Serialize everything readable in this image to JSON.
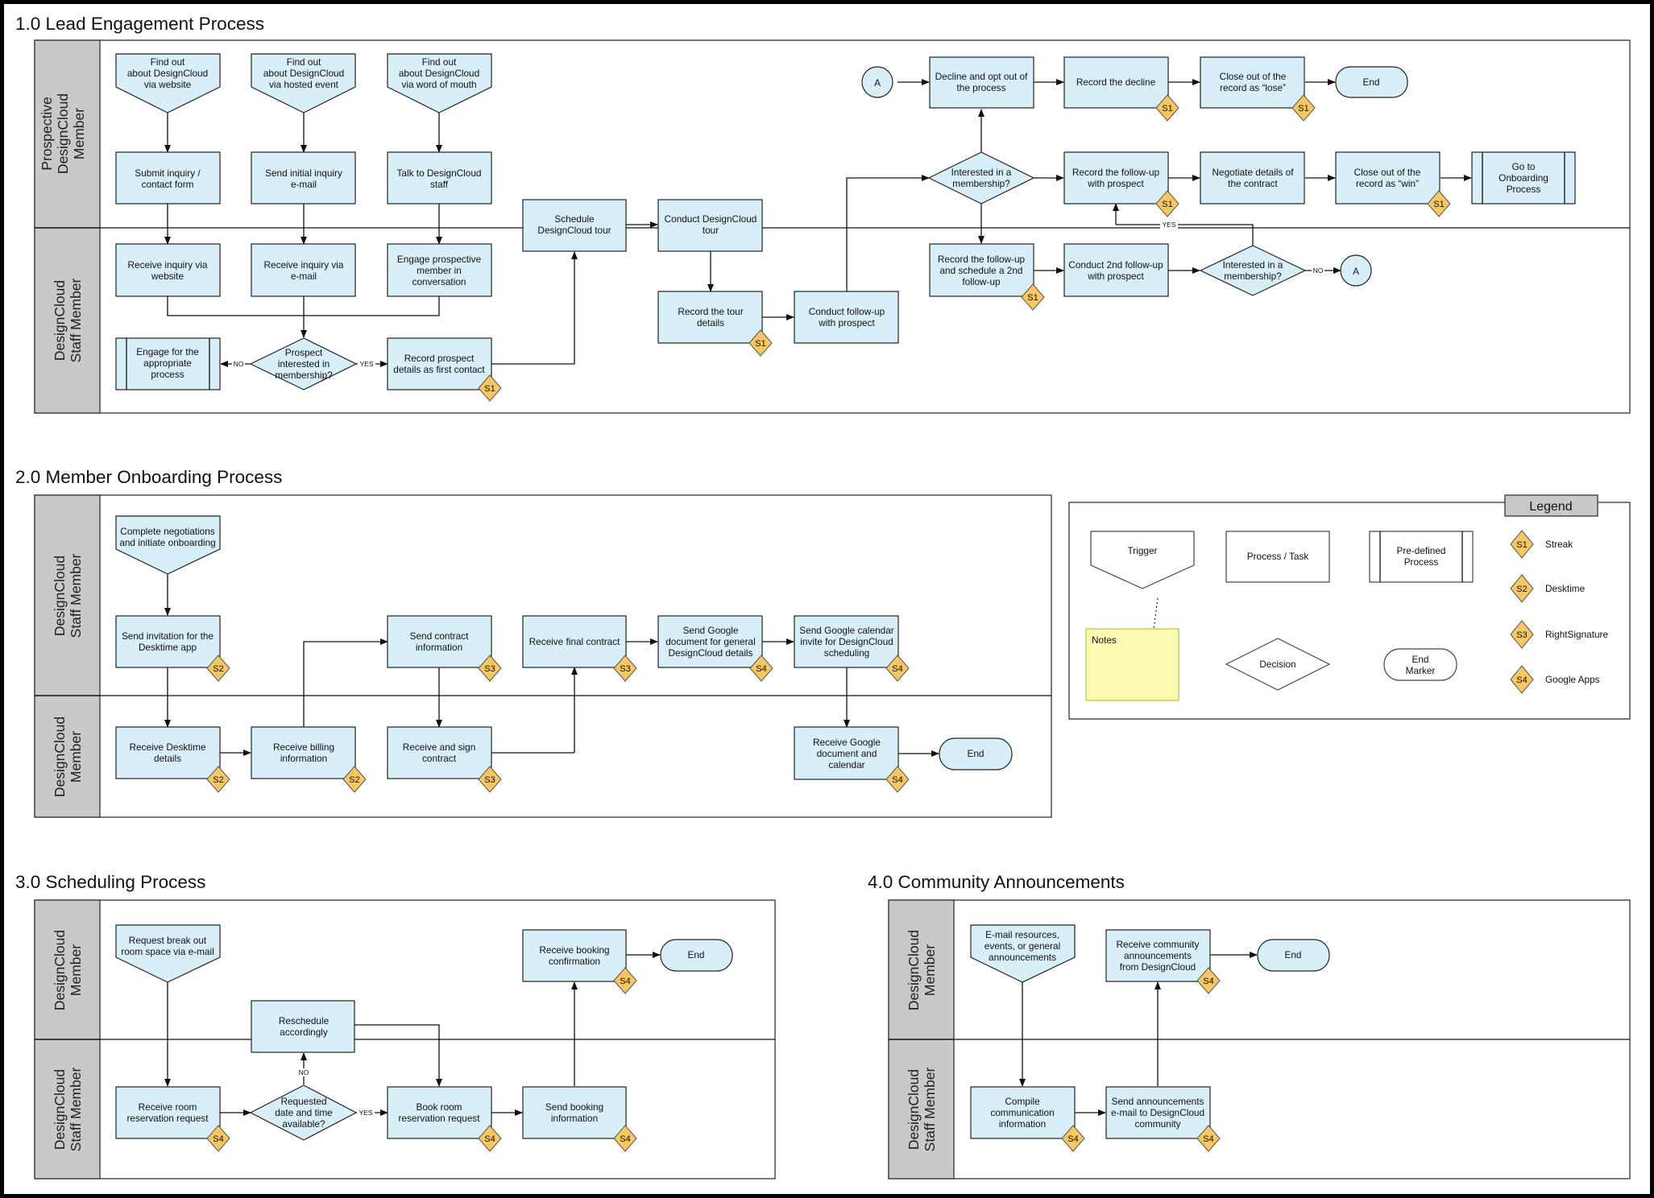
{
  "sections": {
    "s1": "1.0 Lead Engagement Process",
    "s2": "2.0 Member Onboarding Process",
    "s3": "3.0 Scheduling Process",
    "s4": "4.0 Community Announcements"
  },
  "lanes": {
    "prospect": [
      "Prospective",
      "DesignCloud",
      "Member"
    ],
    "staff": [
      "DesignCloud",
      "Staff Member"
    ],
    "member": [
      "DesignCloud",
      "Member"
    ]
  },
  "p1": {
    "web": [
      "Find out",
      "about DesignCloud",
      "via website"
    ],
    "event": [
      "Find out",
      "about DesignCloud",
      "via hosted event"
    ],
    "mouth": [
      "Find out",
      "about DesignCloud",
      "via word of mouth"
    ],
    "submit": [
      "Submit inquiry /",
      "contact form"
    ],
    "sendinit": [
      "Send initial inquiry",
      "e-mail"
    ],
    "talk": [
      "Talk to DesignCloud",
      "staff"
    ],
    "recvweb": [
      "Receive inquiry via",
      "website"
    ],
    "recvmail": [
      "Receive inquiry via",
      "e-mail"
    ],
    "engage": [
      "Engage prospective",
      "member in",
      "conversation"
    ],
    "engagefor": [
      "Engage for the",
      "appropriate",
      "process"
    ],
    "prospect": [
      "Prospect",
      "interested in",
      "membership?"
    ],
    "recprospect": [
      "Record prospect",
      "details as first contact"
    ],
    "schedule": [
      "Schedule",
      "DesignCloud tour"
    ],
    "conduct": [
      "Conduct DesignCloud",
      "tour"
    ],
    "rectour": [
      "Record the tour",
      "details"
    ],
    "followup": [
      "Conduct follow-up",
      "with prospect"
    ],
    "interested1": [
      "Interested in a",
      "membership?"
    ],
    "decline": [
      "Decline and opt out of",
      "the process"
    ],
    "recdecline": [
      "Record the decline"
    ],
    "closelose": [
      "Close out of the",
      "record as “lose”"
    ],
    "end": "End",
    "recfollow": [
      "Record the follow-up",
      "with prospect"
    ],
    "negotiate": [
      "Negotiate details of",
      "the contract"
    ],
    "closewin": [
      "Close out of the",
      "record as “win”"
    ],
    "goto": [
      "Go to",
      "Onboarding",
      "Process"
    ],
    "rec2nd": [
      "Record the follow-up",
      "and schedule a 2nd",
      "follow-up"
    ],
    "conduct2nd": [
      "Conduct 2nd follow-up",
      "with prospect"
    ],
    "interested2": [
      "Interested in a",
      "membership?"
    ],
    "conn": "A",
    "no": "NO",
    "yes": "YES"
  },
  "p2": {
    "complete": [
      "Complete negotiations",
      "and initiate onboarding"
    ],
    "sendinv": [
      "Send invitation for the",
      "Desktime app"
    ],
    "sendcontract": [
      "Send contract",
      "information"
    ],
    "recvfinal": [
      "Receive final contract"
    ],
    "sendgdoc": [
      "Send Google",
      "document for general",
      "DesignCloud details"
    ],
    "sendcal": [
      "Send Google calendar",
      "invite for DesignCloud",
      "scheduling"
    ],
    "recvdesk": [
      "Receive Desktime",
      "details"
    ],
    "recvbill": [
      "Receive billing",
      "information"
    ],
    "recvsign": [
      "Receive and sign",
      "contract"
    ],
    "recvgdoc": [
      "Receive Google",
      "document and",
      "calendar"
    ],
    "end": "End"
  },
  "p3": {
    "request": [
      "Request break out",
      "room space via e-mail"
    ],
    "recvbook": [
      "Receive booking",
      "confirmation"
    ],
    "end": "End",
    "reschedule": [
      "Reschedule",
      "accordingly"
    ],
    "recvroom": [
      "Receive room",
      "reservation request"
    ],
    "requested": [
      "Requested",
      "date and time",
      "available?"
    ],
    "bookroom": [
      "Book room",
      "reservation request"
    ],
    "sendbook": [
      "Send booking",
      "information"
    ],
    "no": "NO",
    "yes": "YES"
  },
  "p4": {
    "email": [
      "E-mail resources,",
      "events, or general",
      "announcements"
    ],
    "recvcomm": [
      "Receive community",
      "announcements",
      "from DesignCloud"
    ],
    "end": "End",
    "compile": [
      "Compile",
      "communication",
      "information"
    ],
    "sendann": [
      "Send announcements",
      "e-mail to DesignCloud",
      "community"
    ]
  },
  "tags": {
    "s1": "S1",
    "s2": "S2",
    "s3": "S3",
    "s4": "S4"
  },
  "legend": {
    "title": "Legend",
    "trigger": "Trigger",
    "process": "Process / Task",
    "predefined": [
      "Pre-defined",
      "Process"
    ],
    "notes": "Notes",
    "decision": "Decision",
    "endmarker": [
      "End",
      "Marker"
    ],
    "streak": "Streak",
    "desktime": "Desktime",
    "rightsig": "RightSignature",
    "gapps": "Google Apps"
  },
  "colors": {
    "task": "#d8eef8",
    "tag": "#f7c763",
    "notes": "#fafab4",
    "lane_header": "#c9c9c9"
  }
}
